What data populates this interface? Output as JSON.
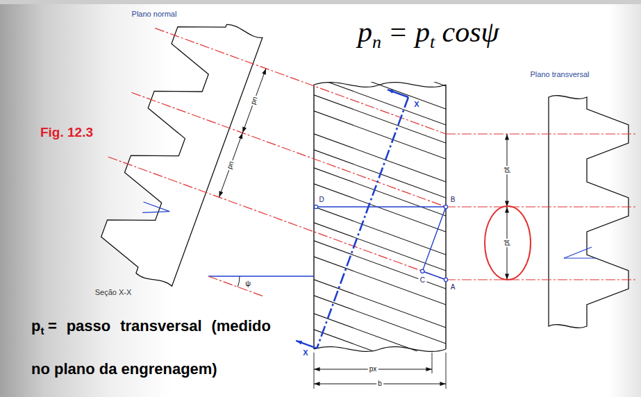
{
  "diagram": {
    "labels": [
      "Plano normal",
      "p",
      "n",
      "=",
      "p",
      "t",
      "cosψ",
      "Plano transversal",
      "Fig. 12.3",
      "Seção X-X",
      "p",
      "t",
      "= passo transversal (medido no plano da engrenagem)",
      "pn",
      "pn",
      "pt",
      "pt",
      "px",
      "b",
      "D",
      "B",
      "C",
      "A",
      "X",
      "X",
      "ψ"
    ]
  }
}
